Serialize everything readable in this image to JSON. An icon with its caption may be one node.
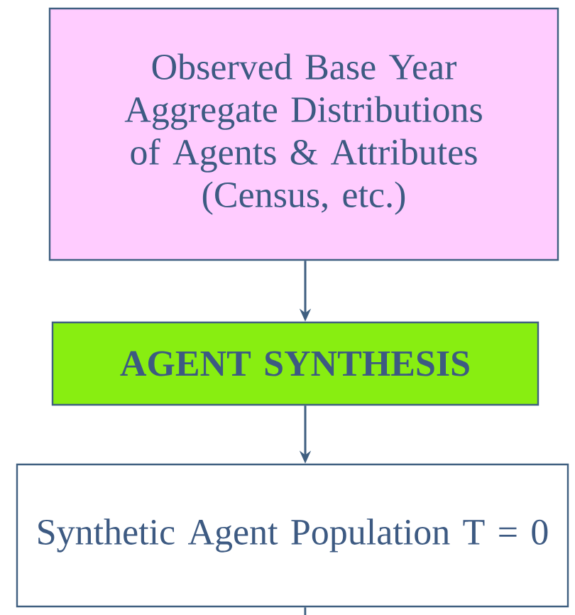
{
  "diagram": {
    "nodes": [
      {
        "text": [
          "Observed Base Year Aggregate Distributions of Agents & Attributes (Census, etc.)"
        ]
      },
      {
        "text": [
          "AGENT SYNTHESIS"
        ]
      },
      {
        "text": [
          "Synthetic Agent Population T = 0"
        ]
      }
    ],
    "edges": [
      {
        "from": 0,
        "to": 1,
        "arrow": "to"
      },
      {
        "from": 1,
        "to": 2,
        "arrow": "to"
      },
      {
        "from": 2,
        "to": null,
        "arrow": "none"
      }
    ]
  }
}
